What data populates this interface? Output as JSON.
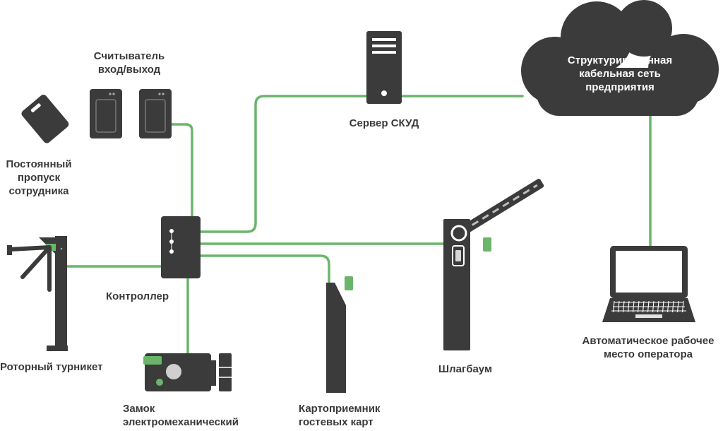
{
  "labels": {
    "reader": [
      "Считыватель",
      "вход/выход"
    ],
    "badge": [
      "Постоянный",
      "пропуск",
      "сотрудника"
    ],
    "turnstile": [
      "Роторный турникет"
    ],
    "controller": [
      "Контроллер"
    ],
    "lock": [
      "Замок",
      "электромеханический"
    ],
    "card_collector": [
      "Картоприемник",
      "гостевых карт"
    ],
    "barrier": [
      "Шлагбаум"
    ],
    "server": [
      "Сервер СКУД"
    ],
    "network": [
      "Структурированная",
      "кабельная сеть",
      "предприятия"
    ],
    "workstation": [
      "Автоматическое рабочее",
      "место оператора"
    ]
  },
  "colors": {
    "device": "#3b3b3b",
    "link": "#6bb56b",
    "text": "#3a3a3a",
    "cloud_text": "#ffffff",
    "background": "#ffffff"
  },
  "icons": [
    "badge-card-icon",
    "card-reader-icon",
    "turnstile-icon",
    "controller-icon",
    "lock-icon",
    "card-collector-icon",
    "barrier-icon",
    "server-icon",
    "cloud-icon",
    "laptop-icon"
  ]
}
